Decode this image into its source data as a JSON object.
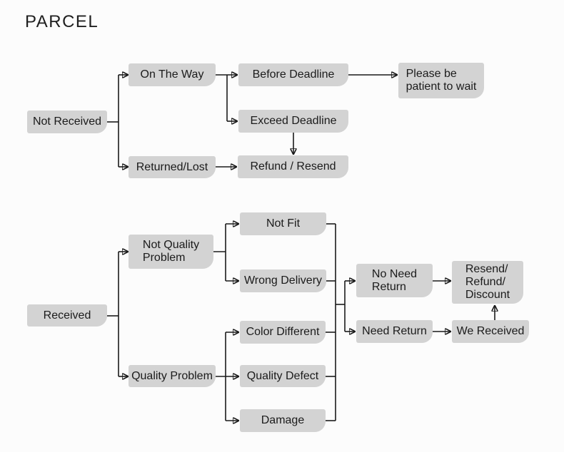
{
  "title": "PARCEL",
  "colors": {
    "background": "#fcfcfc",
    "node_fill": "#d3d3d3",
    "node_text": "#1b1b1b",
    "line": "#1a1a1a"
  },
  "nodes": {
    "not_received": {
      "label": "Not Received"
    },
    "on_the_way": {
      "label": "On The Way"
    },
    "before_deadline": {
      "label": "Before Deadline"
    },
    "please_wait": {
      "label": "Please be\npatient to wait"
    },
    "exceed_deadline": {
      "label": "Exceed Deadline"
    },
    "returned_lost": {
      "label": "Returned/Lost"
    },
    "refund_resend": {
      "label": "Refund / Resend"
    },
    "received": {
      "label": "Received"
    },
    "not_quality_problem": {
      "label": "Not Quality\nProblem"
    },
    "not_fit": {
      "label": "Not Fit"
    },
    "wrong_delivery": {
      "label": "Wrong Delivery"
    },
    "quality_problem": {
      "label": "Quality Problem"
    },
    "color_different": {
      "label": "Color Different"
    },
    "quality_defect": {
      "label": "Quality Defect"
    },
    "damage": {
      "label": "Damage"
    },
    "no_need_return": {
      "label": "No Need\nReturn"
    },
    "need_return": {
      "label": "Need Return"
    },
    "resend_refund_discount": {
      "label": "Resend/\nRefund/\nDiscount"
    },
    "we_received": {
      "label": "We Received"
    }
  },
  "edges": [
    {
      "from": "not_received",
      "to": "on_the_way"
    },
    {
      "from": "not_received",
      "to": "returned_lost"
    },
    {
      "from": "on_the_way",
      "to": "before_deadline"
    },
    {
      "from": "on_the_way",
      "to": "exceed_deadline"
    },
    {
      "from": "before_deadline",
      "to": "please_wait"
    },
    {
      "from": "exceed_deadline",
      "to": "refund_resend"
    },
    {
      "from": "returned_lost",
      "to": "refund_resend"
    },
    {
      "from": "received",
      "to": "not_quality_problem"
    },
    {
      "from": "received",
      "to": "quality_problem"
    },
    {
      "from": "not_quality_problem",
      "to": "not_fit"
    },
    {
      "from": "not_quality_problem",
      "to": "wrong_delivery"
    },
    {
      "from": "quality_problem",
      "to": "color_different"
    },
    {
      "from": "quality_problem",
      "to": "quality_defect"
    },
    {
      "from": "quality_problem",
      "to": "damage"
    },
    {
      "from": "not_fit",
      "to": "return_junction"
    },
    {
      "from": "wrong_delivery",
      "to": "return_junction"
    },
    {
      "from": "color_different",
      "to": "return_junction"
    },
    {
      "from": "quality_defect",
      "to": "return_junction"
    },
    {
      "from": "damage",
      "to": "return_junction"
    },
    {
      "from": "return_junction",
      "to": "no_need_return"
    },
    {
      "from": "return_junction",
      "to": "need_return"
    },
    {
      "from": "no_need_return",
      "to": "resend_refund_discount"
    },
    {
      "from": "need_return",
      "to": "we_received"
    },
    {
      "from": "we_received",
      "to": "resend_refund_discount"
    }
  ]
}
